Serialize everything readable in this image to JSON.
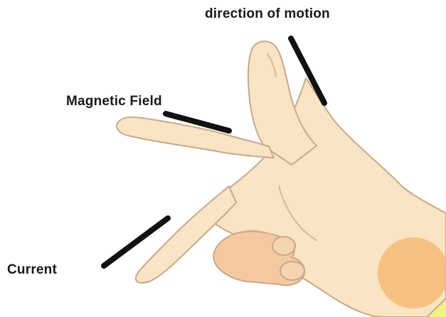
{
  "labels": {
    "motion": "direction of motion",
    "field": "Magnetic Field",
    "current": "Current"
  },
  "colors": {
    "skin": "#f9e4c4",
    "skin_shadow": "#f2c9a3",
    "curled_fingers": "#f5c9a0",
    "outline": "#c9a989",
    "indicator": "#111111",
    "sleeve": "#eef06a",
    "highlight": "#f6b56b"
  },
  "icons": {
    "hand": "left-hand-flemings-rule-icon"
  }
}
